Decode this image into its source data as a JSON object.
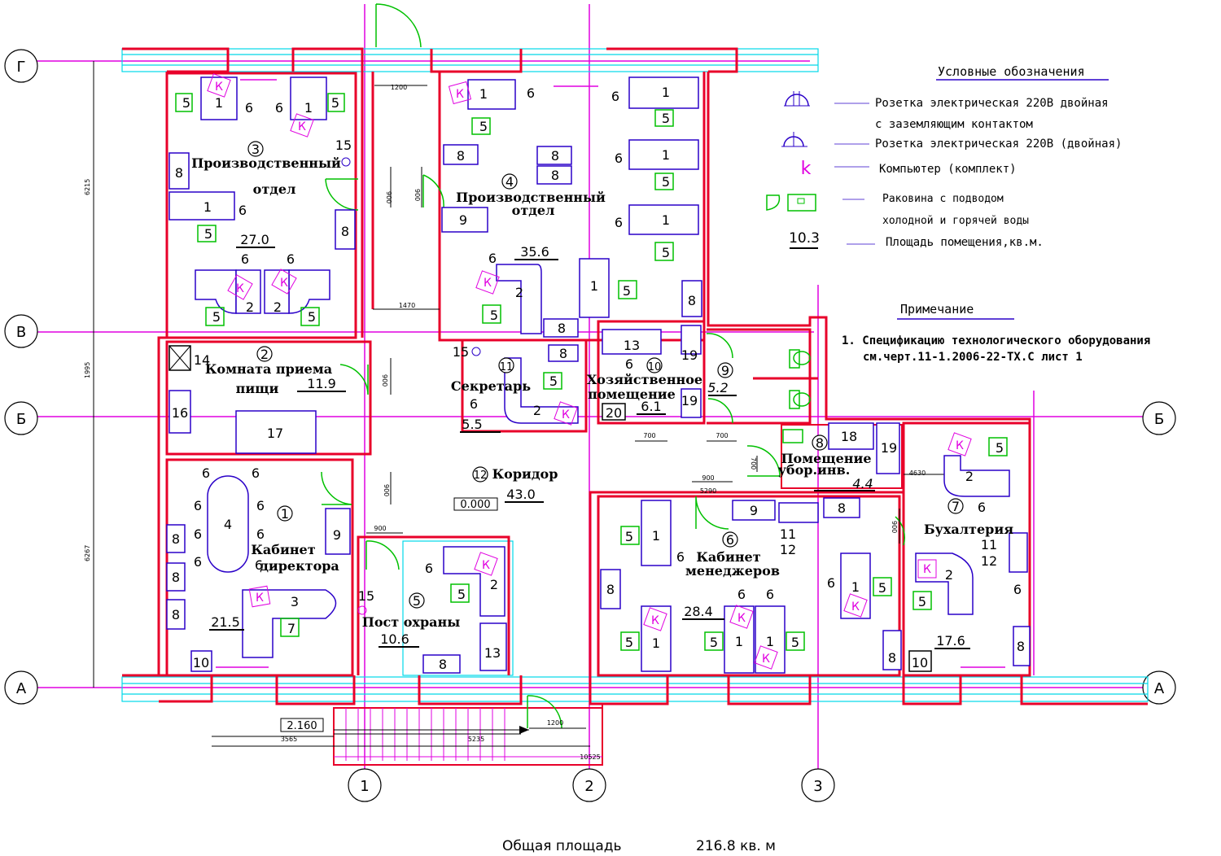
{
  "axes": {
    "rows": [
      "Г",
      "В",
      "Б",
      "А"
    ],
    "cols": [
      "1",
      "2",
      "3"
    ]
  },
  "legend": {
    "title": "Условные обозначения",
    "items": [
      {
        "text": "Розетка электрическая  220В двойная"
      },
      {
        "text": "с  заземляющим  контактом"
      },
      {
        "text": "Розетка электрическая  220В (двойная)"
      },
      {
        "text": "Компьютер (комплект)"
      },
      {
        "text": "Раковина  с  подводом"
      },
      {
        "text": "холодной  и  горячей  воды"
      },
      {
        "text": "Площадь помещения,кв.м."
      }
    ],
    "area_sample": "10.3",
    "computer_glyph": "К"
  },
  "note": {
    "title": "Примечание",
    "line1": "1. Спецификацию технологического оборудования",
    "line2": "см.черт.11-1.2006-22-ТХ.С лист 1"
  },
  "rooms": [
    {
      "num": "3",
      "name1": "Производственный",
      "name2": "отдел",
      "area": "27.0"
    },
    {
      "num": "4",
      "name1": "Производственный",
      "name2": "отдел",
      "area": "35.6"
    },
    {
      "num": "2",
      "name1": "Комната приема",
      "name2": "пищи",
      "area": "11.9"
    },
    {
      "num": "11",
      "name1": "Секретарь",
      "name2": "",
      "area": "5.5"
    },
    {
      "num": "10",
      "name1": "Хозяйственное",
      "name2": "помещение",
      "area": "6.1"
    },
    {
      "num": "9",
      "name1": "",
      "name2": "",
      "area": "5.2"
    },
    {
      "num": "12",
      "name1": "Коридор",
      "name2": "",
      "area": "43.0"
    },
    {
      "num": "8",
      "name1": "Помещение",
      "name2": "убор.инв.",
      "area": "4.4"
    },
    {
      "num": "1",
      "name1": "Кабинет",
      "name2": "директора",
      "area": "21.5"
    },
    {
      "num": "5",
      "name1": "Пост  охраны",
      "name2": "",
      "area": "10.6"
    },
    {
      "num": "6",
      "name1": "Кабинет",
      "name2": "менеджеров",
      "area": "28.4"
    },
    {
      "num": "7",
      "name1": "Бухалтерия",
      "name2": "",
      "area": "17.6"
    }
  ],
  "levels": {
    "floor": "0.000",
    "entrance": "2.160"
  },
  "dimensions": {
    "door1200": "1200",
    "d900": "900",
    "d1470": "1470",
    "d700": "700",
    "d5290": "5290",
    "d4630": "4630",
    "d3565": "3565",
    "d5235": "5235",
    "d10525": "10525",
    "v6215": "6215",
    "v1995": "1995",
    "v6267": "6267"
  },
  "equipment": {
    "n1": "1",
    "n2": "2",
    "n3": "3",
    "n4": "4",
    "n5": "5",
    "n6": "6",
    "n7": "7",
    "n8": "8",
    "n9": "9",
    "n10": "10",
    "n11": "11",
    "n12": "12",
    "n13": "13",
    "n14": "14",
    "n15": "15",
    "n16": "16",
    "n17": "17",
    "n18": "18",
    "n19": "19",
    "n20": "20"
  },
  "footer": {
    "label": "Общая площадь",
    "value": "216.8 кв. м"
  }
}
